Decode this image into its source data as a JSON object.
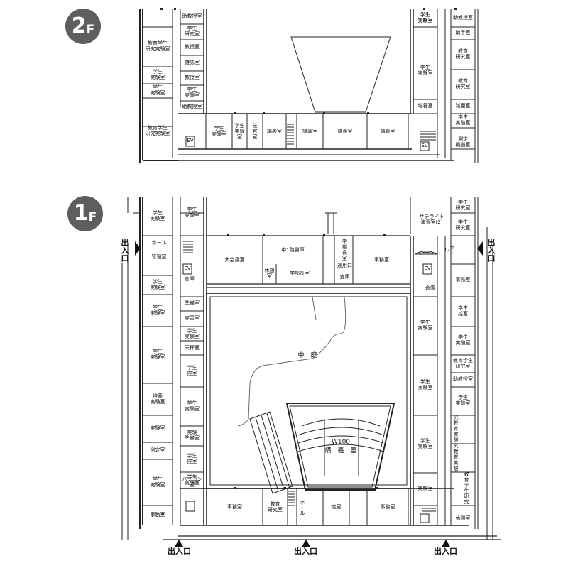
{
  "floors": {
    "f2": {
      "number": "2",
      "suffix": "F",
      "rooms": {
        "r01": "学生\n実験室",
        "r02": "教育学生\n研究実験室",
        "r03": "助教授室",
        "r04": "学生\n研究室",
        "r05": "教授室",
        "r06": "雑誌室",
        "r07": "学生\n実験室",
        "r08": "教授室",
        "r09": "学生\n実験室",
        "r10": "学生\n実験室",
        "r11": "教育学生\n研究実験室",
        "r12": "助教授室",
        "r13": "学生\n実験室",
        "r14": "学生\n実験室",
        "r15": "技\n官\n室",
        "r16": "講義室",
        "r17": "講義室",
        "r18": "講義室",
        "r19": "講義室",
        "r20": "学生\n実験室",
        "r21": "助教授室",
        "r22": "助手室",
        "r23": "学生\n実験室",
        "r24": "教育\n研究室",
        "r25": "教育\n研究室",
        "r26": "培養室",
        "r27": "滅菌室",
        "r28": "学生\n実験室",
        "r29": "測定\n機器室",
        "ev_left": "EV",
        "ev_right": "EV"
      }
    },
    "f1": {
      "number": "1",
      "suffix": "F",
      "rooms": {
        "r01": "学生\n実験室",
        "r02": "学生\n実験室",
        "r03": "ホール",
        "r04": "管理室",
        "r05": "倉庫",
        "r06": "学生\n実験室",
        "r07": "準備室",
        "r08": "学生\n実験室",
        "r09": "実習室",
        "r10": "学生\n実験室",
        "r11": "天秤室",
        "r12": "学生\n実験室",
        "r13": "培養\n実験室",
        "r14": "実験室",
        "r15": "実験\n準備室",
        "r16": "測定室",
        "r17": "学生\n控室",
        "r18": "学生\n実験室",
        "r19": "事務室",
        "r20": "事務室",
        "r21": "教育\n研究室",
        "r22": "ホール",
        "r23": "控室",
        "r24": "事務室",
        "r25": "大会議室",
        "r26": "中1階書庫",
        "r27": "休憩室",
        "r28": "学部長室",
        "r29": "学\n部\n長\n室",
        "r30": "通用口",
        "r31": "倉庫",
        "r32": "事務室",
        "r33": "サテライト\n演習室(2)",
        "r34": "ホール",
        "r35": "倉庫",
        "r36": "学生\n研究室",
        "r37": "学生\n研究室",
        "r38": "事務室",
        "r39": "学生\n控室",
        "r40": "学生\n実験室",
        "r41": "学生\n実験室",
        "r42": "学生\n実験室",
        "r43": "学生\n実験室",
        "r44": "学生\n実験室",
        "r45": "実験室",
        "r46": "学生\n控室",
        "r47": "教育学生\n研究室",
        "r48": "助教授室",
        "r49": "学生\n実験室",
        "r50": "学生\n実験室",
        "r51": "研\n究\n教\n育\n実\n験\n室",
        "r52": "研\n究\n教\n育\n実\n験\n室",
        "r53": "教\n育\n学\n生\n研\n究",
        "r54": "休憩室",
        "r55": "パソコン室",
        "r56": "事務室",
        "ev_left": "EV",
        "ev_right": "EV",
        "court": "中　庭",
        "lecture_code": "W100",
        "lecture_name": "講　義　室"
      },
      "entrances": {
        "left": "出入口",
        "right": "出入口",
        "bottom_left": "出入口",
        "bottom_center": "出入口",
        "bottom_right": "出入口"
      }
    }
  }
}
